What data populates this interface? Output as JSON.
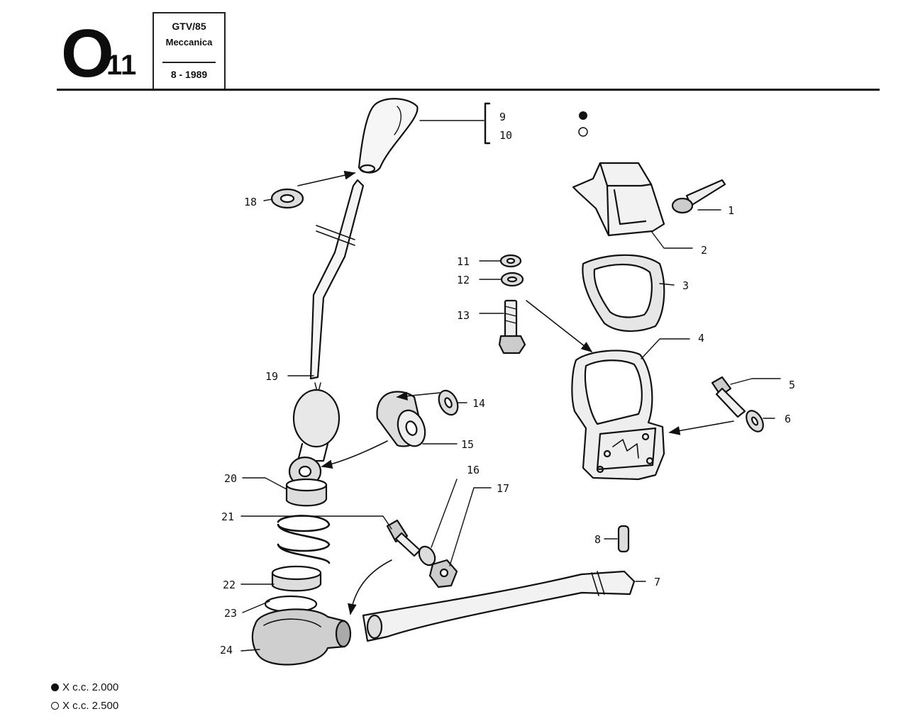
{
  "header": {
    "section_letter": "O",
    "section_number": "11",
    "model": "GTV/85",
    "section_name": "Meccanica",
    "date": "8 - 1989"
  },
  "callouts": {
    "c1": "1",
    "c2": "2",
    "c3": "3",
    "c4": "4",
    "c5": "5",
    "c6": "6",
    "c7": "7",
    "c8": "8",
    "c9": "9",
    "c10": "10",
    "c11": "11",
    "c12": "12",
    "c13": "13",
    "c14": "14",
    "c15": "15",
    "c16": "16",
    "c17": "17",
    "c18": "18",
    "c19": "19",
    "c20": "20",
    "c21": "21",
    "c22": "22",
    "c23": "23",
    "c24": "24"
  },
  "legend": [
    {
      "symbol": "filled-circle",
      "text": "X c.c. 2.000"
    },
    {
      "symbol": "open-circle",
      "text": "X c.c. 2.500"
    }
  ]
}
